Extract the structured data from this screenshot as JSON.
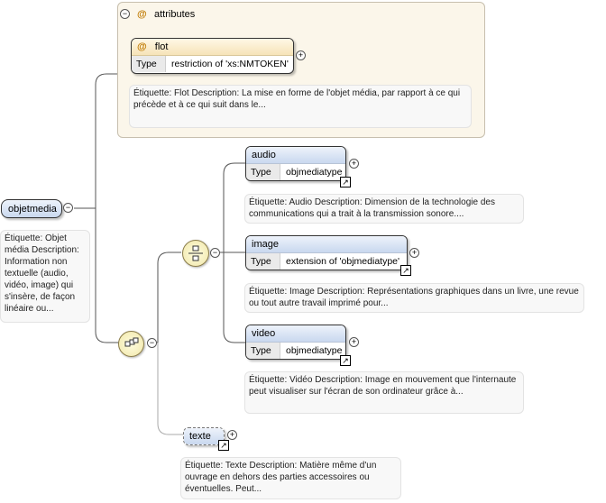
{
  "root": {
    "name": "objetmedia",
    "description": "Étiquette: Objet média Description: Information non textuelle (audio, vidéo, image) qui s'insère, de façon linéaire ou..."
  },
  "attributes": {
    "title": "attributes",
    "flot": {
      "name": "flot",
      "type_label": "Type",
      "type_value": "restriction of 'xs:NMTOKEN'",
      "description": "Étiquette: Flot Description: La mise en forme de l'objet média, par rapport à ce qui précède et à ce qui suit dans le..."
    }
  },
  "choice": {
    "audio": {
      "name": "audio",
      "type_label": "Type",
      "type_value": "objmediatype",
      "description": "Étiquette: Audio Description: Dimension de la technologie des communications qui a trait à la transmission sonore...."
    },
    "image": {
      "name": "image",
      "type_label": "Type",
      "type_value": "extension of 'objmediatype'",
      "description": "Étiquette: Image Description: Représentations graphiques dans un livre, une revue ou tout autre travail imprimé pour..."
    },
    "video": {
      "name": "video",
      "type_label": "Type",
      "type_value": "objmediatype",
      "description": "Étiquette: Vidéo Description: Image en mouvement que l'internaute peut visualiser sur l'écran de son ordinateur grâce à..."
    }
  },
  "texte": {
    "name": "texte",
    "description": "Étiquette: Texte Description: Matière même d'un ouvrage en dehors des parties accessoires ou éventuelles. Peut..."
  },
  "icons": {
    "at": "@",
    "plus": "+",
    "minus": "−",
    "ref": "↗"
  }
}
